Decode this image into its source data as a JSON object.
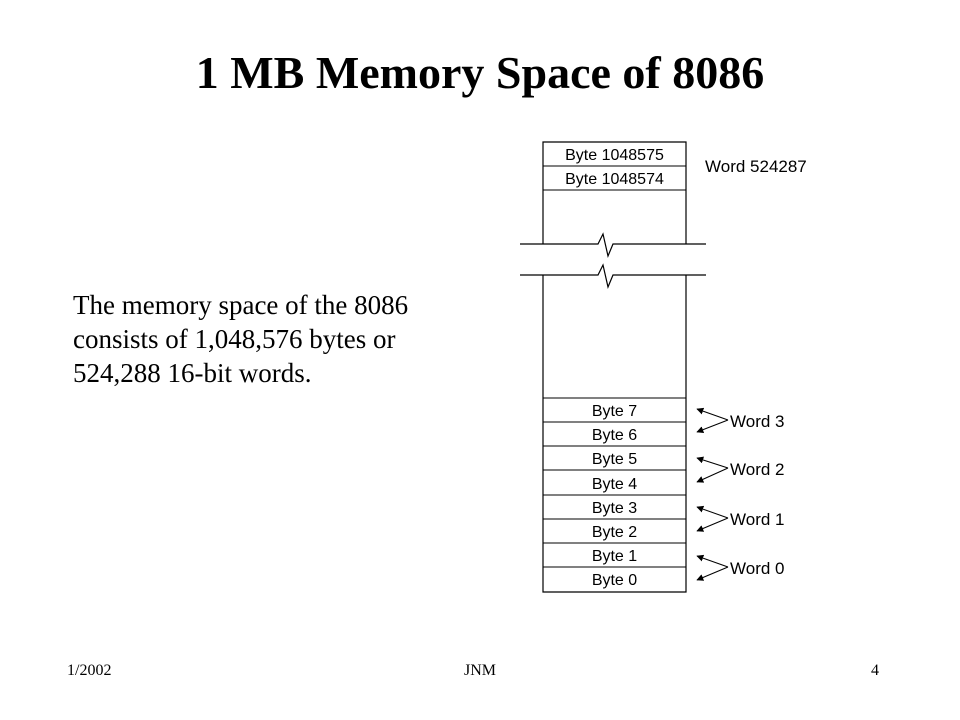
{
  "slide": {
    "title": "1 MB Memory Space of 8086",
    "body_lines": [
      "The memory space of the 8086",
      "consists of 1,048,576 bytes or",
      "524,288 16-bit words."
    ]
  },
  "diagram": {
    "top_bytes": [
      "Byte 1048575",
      "Byte 1048574"
    ],
    "top_word": "Word 524287",
    "bottom_bytes": [
      "Byte 7",
      "Byte 6",
      "Byte 5",
      "Byte 4",
      "Byte 3",
      "Byte 2",
      "Byte 1",
      "Byte 0"
    ],
    "bottom_words": [
      "Word 3",
      "Word 2",
      "Word 1",
      "Word 0"
    ]
  },
  "footer": {
    "date": "1/2002",
    "author": "JNM",
    "page": "4"
  }
}
